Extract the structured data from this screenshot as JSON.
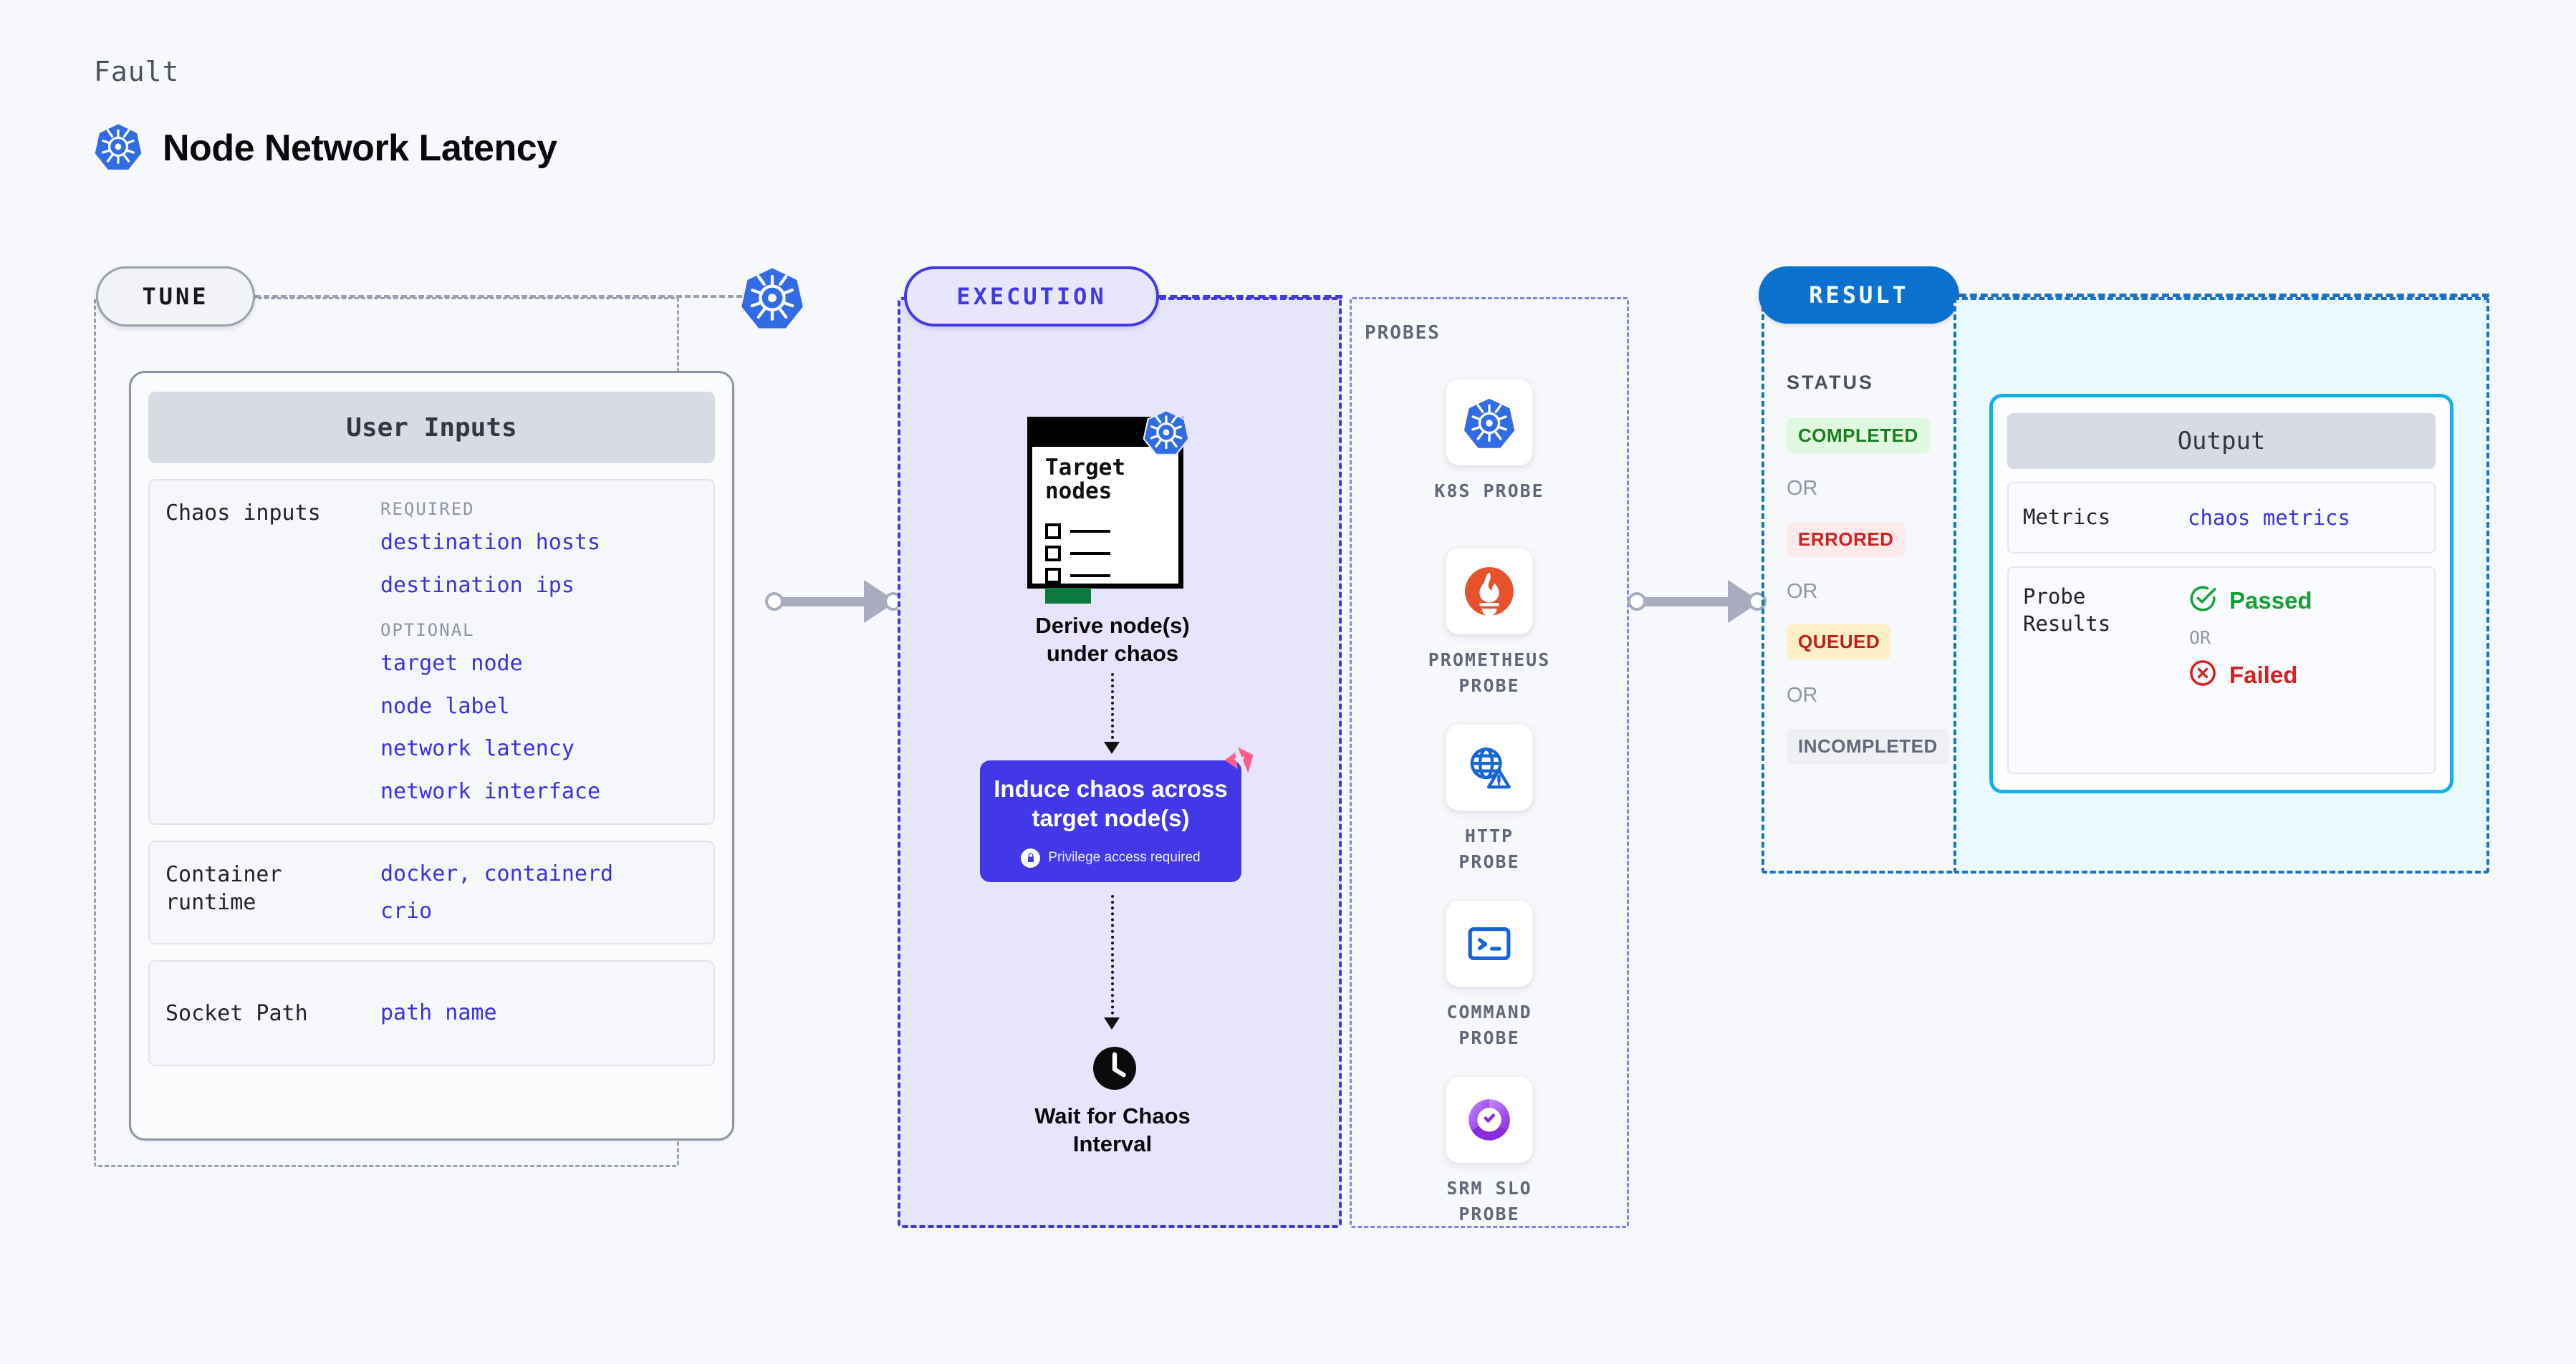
{
  "header": {
    "eyebrow": "Fault",
    "title": "Node Network Latency",
    "icon": "kubernetes-icon"
  },
  "tune": {
    "pill_label": "TUNE",
    "platform_icon": "kubernetes-icon",
    "card_title": "User Inputs",
    "sections": [
      {
        "label": "Chaos inputs",
        "groups": [
          {
            "caption": "REQUIRED",
            "values": [
              "destination hosts",
              "destination ips"
            ]
          },
          {
            "caption": "OPTIONAL",
            "values": [
              "target node",
              "node label",
              "network latency",
              "network interface"
            ]
          }
        ]
      }
    ],
    "container_runtime": {
      "label": "Container runtime",
      "values_line1": [
        "docker",
        "containerd"
      ],
      "separator": ",",
      "values_line2": [
        "crio"
      ]
    },
    "socket_path": {
      "label": "Socket Path",
      "value": "path name"
    }
  },
  "execution": {
    "pill_label": "EXECUTION",
    "doc": {
      "title_line1": "Target",
      "title_line2": "nodes",
      "badge_icon": "kubernetes-icon",
      "checkbox_rows": 3
    },
    "steps": [
      {
        "label_line1": "Derive node(s)",
        "label_line2": "under chaos"
      },
      {
        "label_line1": "Induce chaos across",
        "label_line2": "target node(s)",
        "note": "Privilege access required",
        "note_icon": "lock-icon",
        "mark_icon": "harness-icon"
      },
      {
        "label_line1": "Wait for Chaos",
        "label_line2": "Interval",
        "icon": "clock-icon"
      }
    ]
  },
  "probes": {
    "title": "PROBES",
    "items": [
      {
        "name": "K8S PROBE",
        "icon": "kubernetes-icon"
      },
      {
        "name": "PROMETHEUS PROBE",
        "icon": "prometheus-icon"
      },
      {
        "name": "HTTP PROBE",
        "icon": "globe-warning-icon"
      },
      {
        "name": "COMMAND PROBE",
        "icon": "terminal-icon"
      },
      {
        "name": "SRM SLO PROBE",
        "icon": "srm-slo-icon"
      }
    ]
  },
  "result": {
    "pill_label": "RESULT",
    "status_title": "STATUS",
    "or_label": "OR",
    "statuses": [
      {
        "label": "COMPLETED",
        "color": "#1a7f1f",
        "bg": "#e0f7e0"
      },
      {
        "label": "ERRORED",
        "color": "#d42020",
        "bg": "#fdeaea"
      },
      {
        "label": "QUEUED",
        "color": "#c21d1d",
        "bg": "#fdf0c8"
      },
      {
        "label": "INCOMPLETED",
        "color": "#636878",
        "bg": "#eef0f4"
      }
    ]
  },
  "output": {
    "card_title": "Output",
    "metrics": {
      "label": "Metrics",
      "value": "chaos metrics"
    },
    "probe_results": {
      "label": "Probe Results",
      "passed_label": "Passed",
      "failed_label": "Failed",
      "or_label": "OR",
      "passed_icon": "check-circle-icon",
      "failed_icon": "x-circle-icon"
    }
  },
  "colors": {
    "accent_purple": "#4338e8",
    "accent_blue": "#0a72ce",
    "cyan": "#12b0ec",
    "k8s_blue": "#326ce5",
    "prometheus_orange": "#e6522c",
    "harness_pink": "#ff5e8a"
  }
}
